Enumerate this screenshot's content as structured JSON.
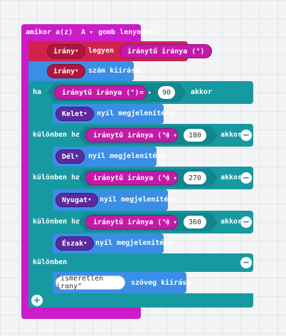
{
  "event": {
    "label": "amikor a(z)",
    "button": "A",
    "suffix": "gomb lenyomva"
  },
  "set_block": {
    "variable": "irány",
    "keyword": "legyen",
    "value": "iránytű iránya (°)"
  },
  "show_number": {
    "variable": "irány",
    "label": "szám kiírása"
  },
  "if_block": {
    "keyword": "ha",
    "then": "akkor",
    "elseif": "különben ha",
    "else": "különben",
    "conditions": [
      {
        "reporter": "iránytű iránya (°)",
        "operator": "=",
        "value": "90",
        "arrow": "Kelet"
      },
      {
        "reporter": "iránytű iránya (°)",
        "operator": "=",
        "value": "180",
        "arrow": "Dél"
      },
      {
        "reporter": "iránytű iránya (°)",
        "operator": "=",
        "value": "270",
        "arrow": "Nyugat"
      },
      {
        "reporter": "iránytű iránya (°)",
        "operator": "=",
        "value": "360",
        "arrow": "Észak"
      }
    ],
    "arrow_label": "nyíl megjelenítése",
    "else_string": "\"ismeretlen irany\"",
    "string_label": "szöveg kiírása"
  }
}
